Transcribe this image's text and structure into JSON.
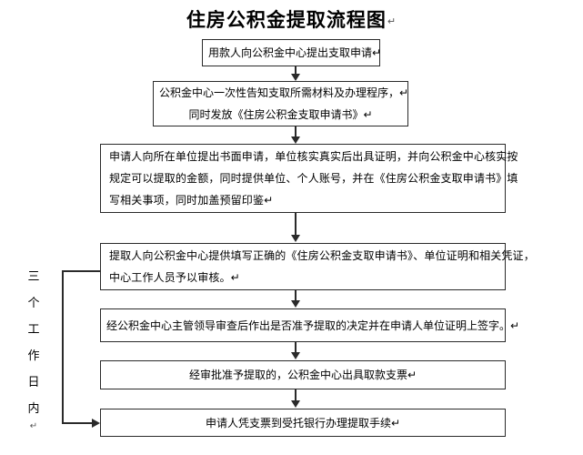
{
  "document": {
    "title": "住房公积金提取流程图",
    "title_mark": "↵"
  },
  "flow": {
    "paragraph_mark": "↵",
    "steps": [
      {
        "id": "step-1",
        "name": "application-submitted",
        "lines": [
          "用款人向公积金中心提出支取申请↵"
        ]
      },
      {
        "id": "step-2",
        "name": "center-informs-materials",
        "lines": [
          "公积金中心一次性告知支取所需材料及办理程序，↵",
          "同时发放《住房公积金支取申请书》↵"
        ]
      },
      {
        "id": "step-3",
        "name": "employer-written-application",
        "lines": [
          "申请人向所在单位提出书面申请，单位核实真实后出具证明，并向公积金中心核实按",
          "规定可以提取的金额，同时提供单位、个人账号，并在《住房公积金支取申请书》填",
          "写相关事项，同时加盖预留印鉴↵"
        ]
      },
      {
        "id": "step-4",
        "name": "submit-documents-for-review",
        "lines": [
          "提取人向公积金中心提供填写正确的《住房公积金支取申请书》、单位证明和相关凭证，",
          "中心工作人员予以审核。↵"
        ]
      },
      {
        "id": "step-5",
        "name": "leader-approval-signature",
        "lines": [
          "经公积金中心主管领导审查后作出是否准予提取的决定并在申请人单位证明上签字。↵"
        ]
      },
      {
        "id": "step-6",
        "name": "issue-withdrawal-check",
        "lines": [
          "经审批准予提取的，公积金中心出具取款支票↵"
        ]
      },
      {
        "id": "step-7",
        "name": "bank-withdrawal-procedure",
        "lines": [
          "申请人凭支票到受托银行办理提取手续↵"
        ]
      }
    ]
  },
  "side_annotation": {
    "name": "three-working-days",
    "text": "三个工作日内",
    "characters": [
      "三",
      "个",
      "工",
      "作",
      "日",
      "内"
    ],
    "mark": "↵"
  },
  "colors": {
    "line": "#2a2a2a",
    "text": "#000000",
    "background": "#ffffff",
    "mark": "#555555"
  }
}
